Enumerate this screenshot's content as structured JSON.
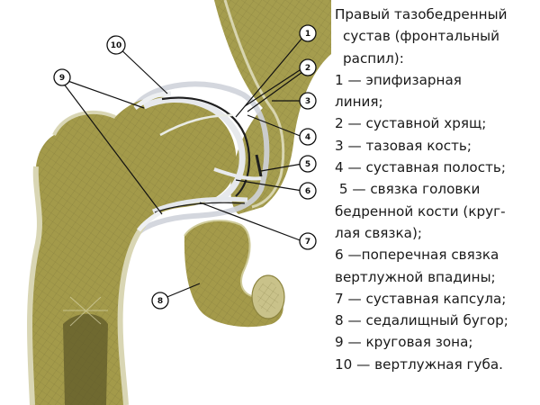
{
  "caption": {
    "title_lines": [
      "Правый тазобедренный",
      "сустав (фронтальный",
      "распил):"
    ],
    "items": [
      "1 — эпифизарная",
      "линия;",
      "2 — суставной хрящ;",
      "3 — тазовая кость;",
      "4 — суставная полость;",
      " 5 — связка головки",
      "бедренной кости (круг-",
      "лая связка);",
      "6 —поперечная связка",
      "вертлужной впадины;",
      "7 — суставная капсула;",
      "8 — седалищный бугор;",
      "9 — круговая зона;",
      "10 — вертлужная губа."
    ]
  },
  "markers": [
    "1",
    "2",
    "3",
    "4",
    "5",
    "6",
    "7",
    "8",
    "9",
    "10"
  ],
  "colors": {
    "bone": "#a49a4a",
    "bone_light": "#c6bf80",
    "bone_edge": "#d4d1a6",
    "bone_dark": "#6b6430",
    "cartilage": "#e4e6ea",
    "cavity": "#1e1e1e",
    "background": "#ffffff"
  }
}
